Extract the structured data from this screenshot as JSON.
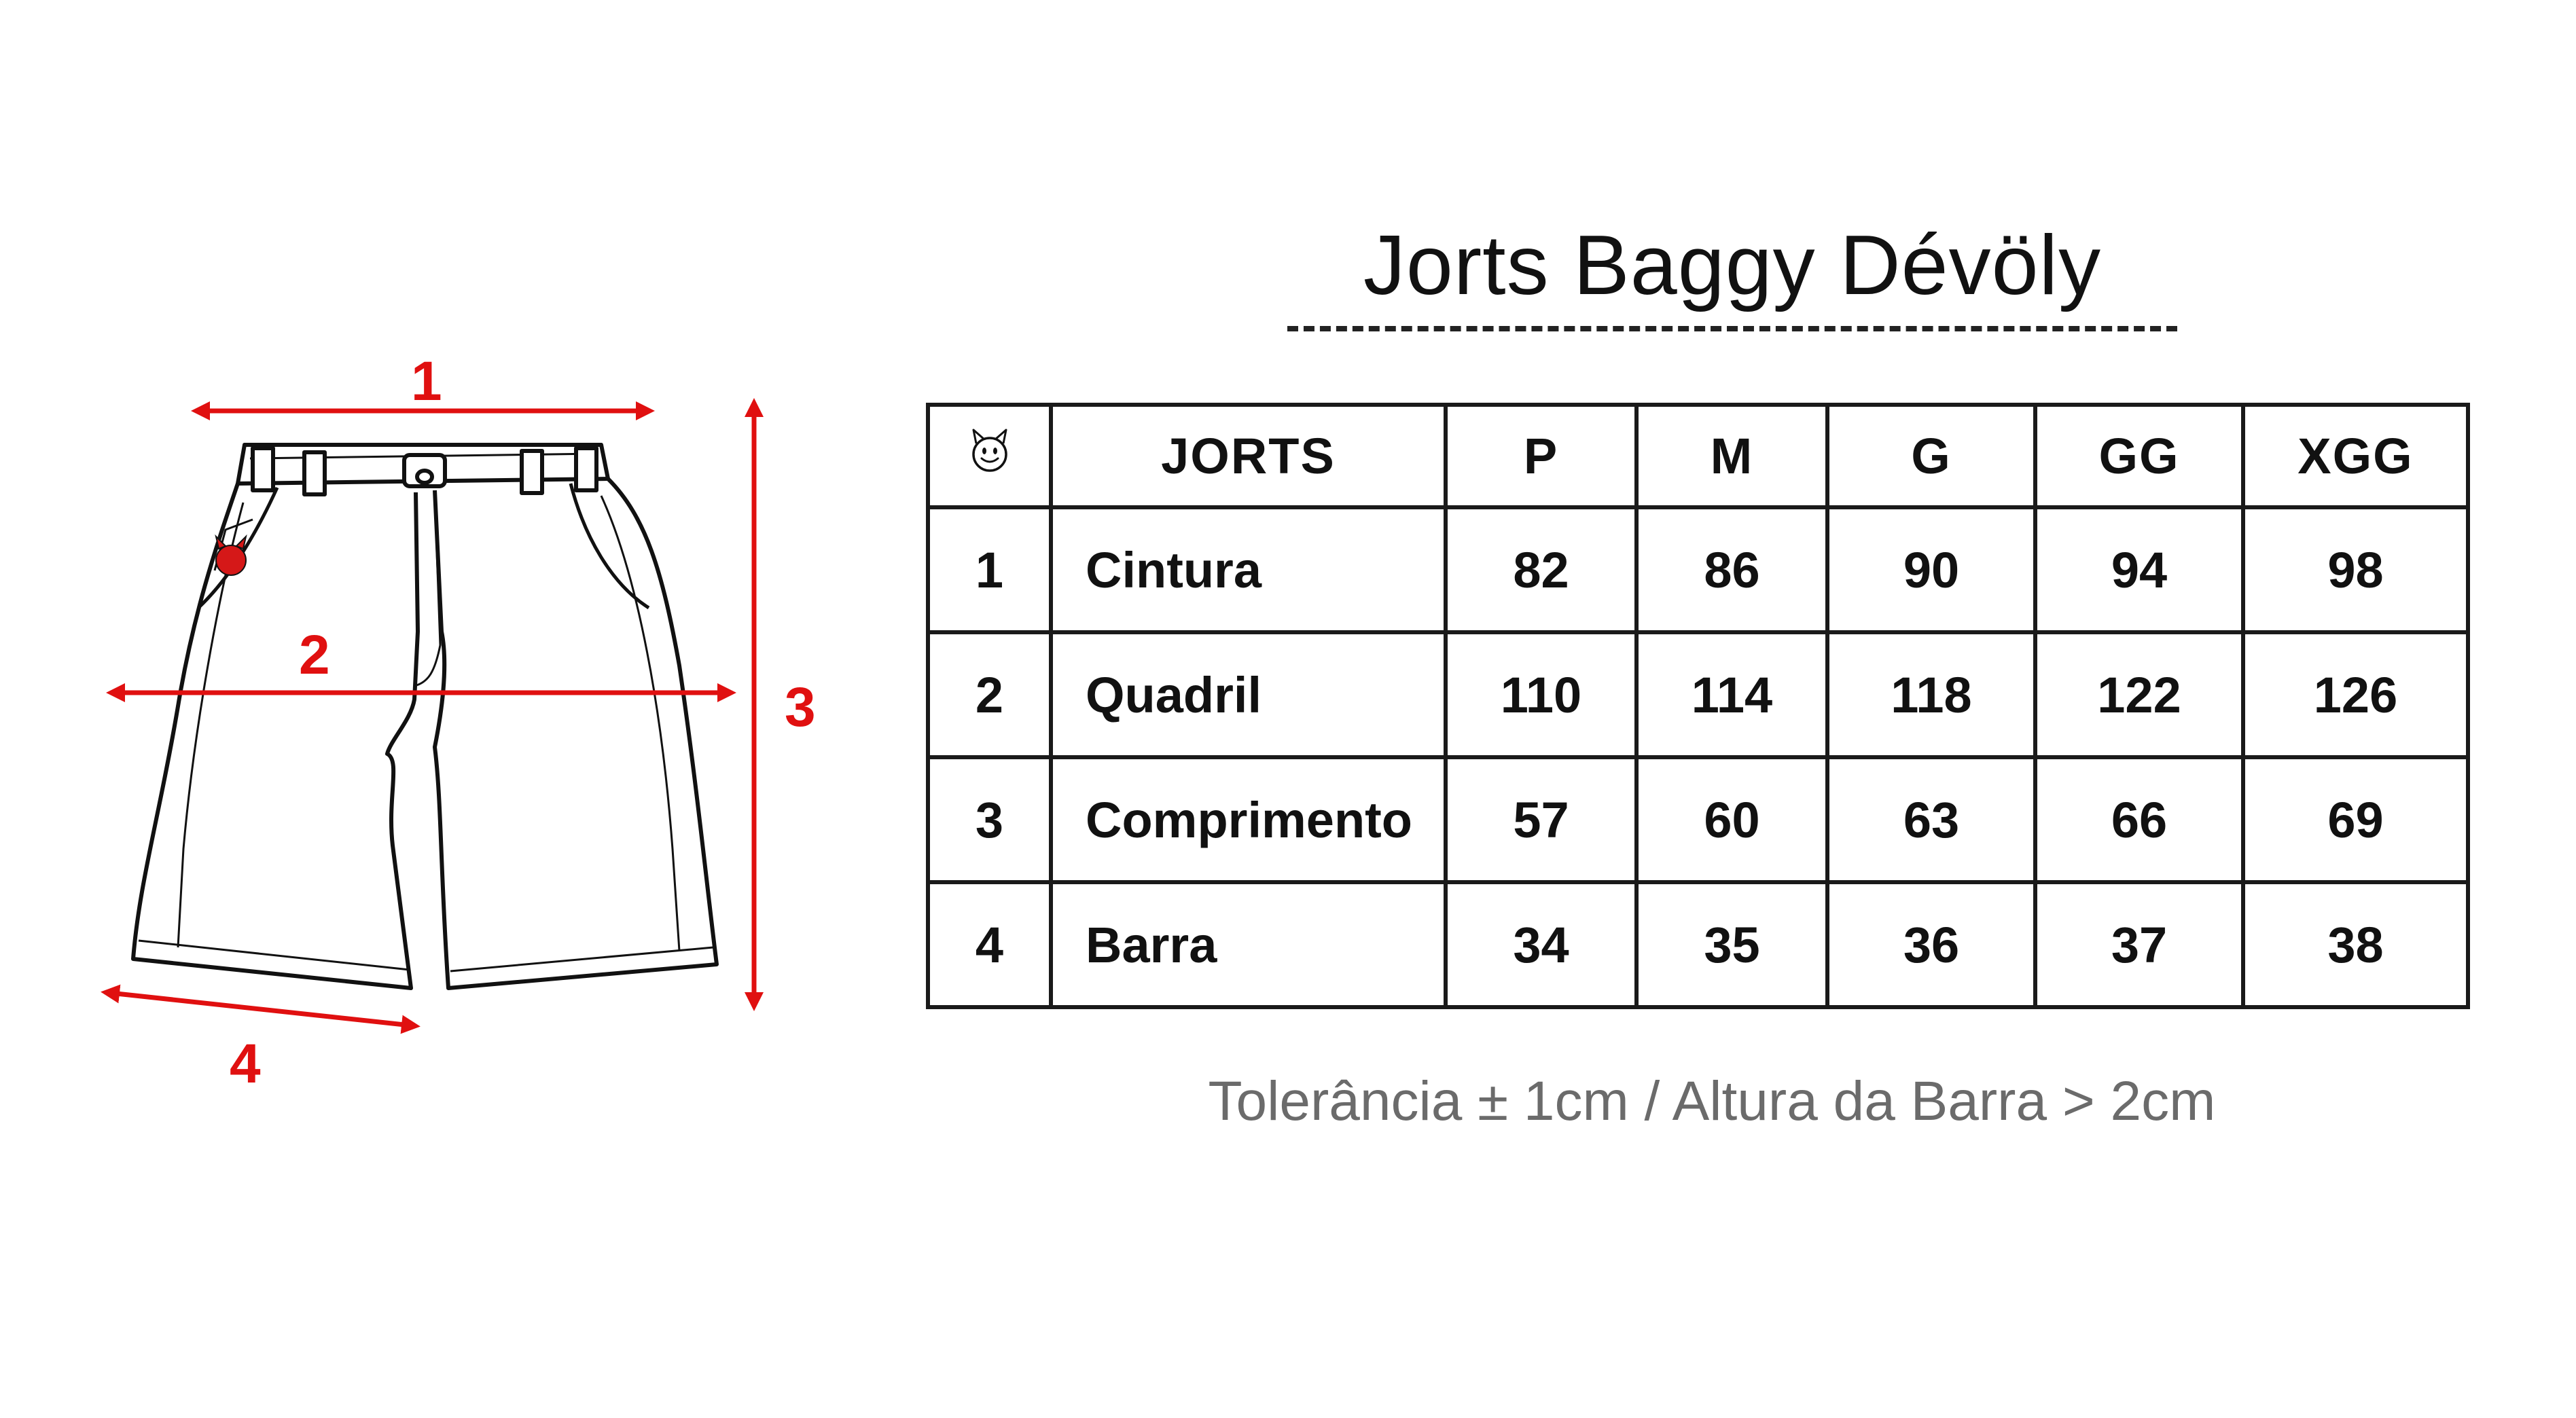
{
  "title": "Jorts Baggy Dévöly",
  "diagram_labels": [
    "1",
    "2",
    "3",
    "4"
  ],
  "accent_color": "#e01010",
  "table": {
    "header_icon": "devil-smiley-icon",
    "headers": [
      "JORTS",
      "P",
      "M",
      "G",
      "GG",
      "XGG"
    ],
    "rows": [
      {
        "index": "1",
        "name": "Cintura",
        "values": [
          "82",
          "86",
          "90",
          "94",
          "98"
        ]
      },
      {
        "index": "2",
        "name": "Quadril",
        "values": [
          "110",
          "114",
          "118",
          "122",
          "126"
        ]
      },
      {
        "index": "3",
        "name": "Comprimento",
        "values": [
          "57",
          "60",
          "63",
          "66",
          "69"
        ]
      },
      {
        "index": "4",
        "name": "Barra",
        "values": [
          "34",
          "35",
          "36",
          "37",
          "38"
        ]
      }
    ]
  },
  "note": "Tolerância ± 1cm / Altura da Barra > 2cm"
}
